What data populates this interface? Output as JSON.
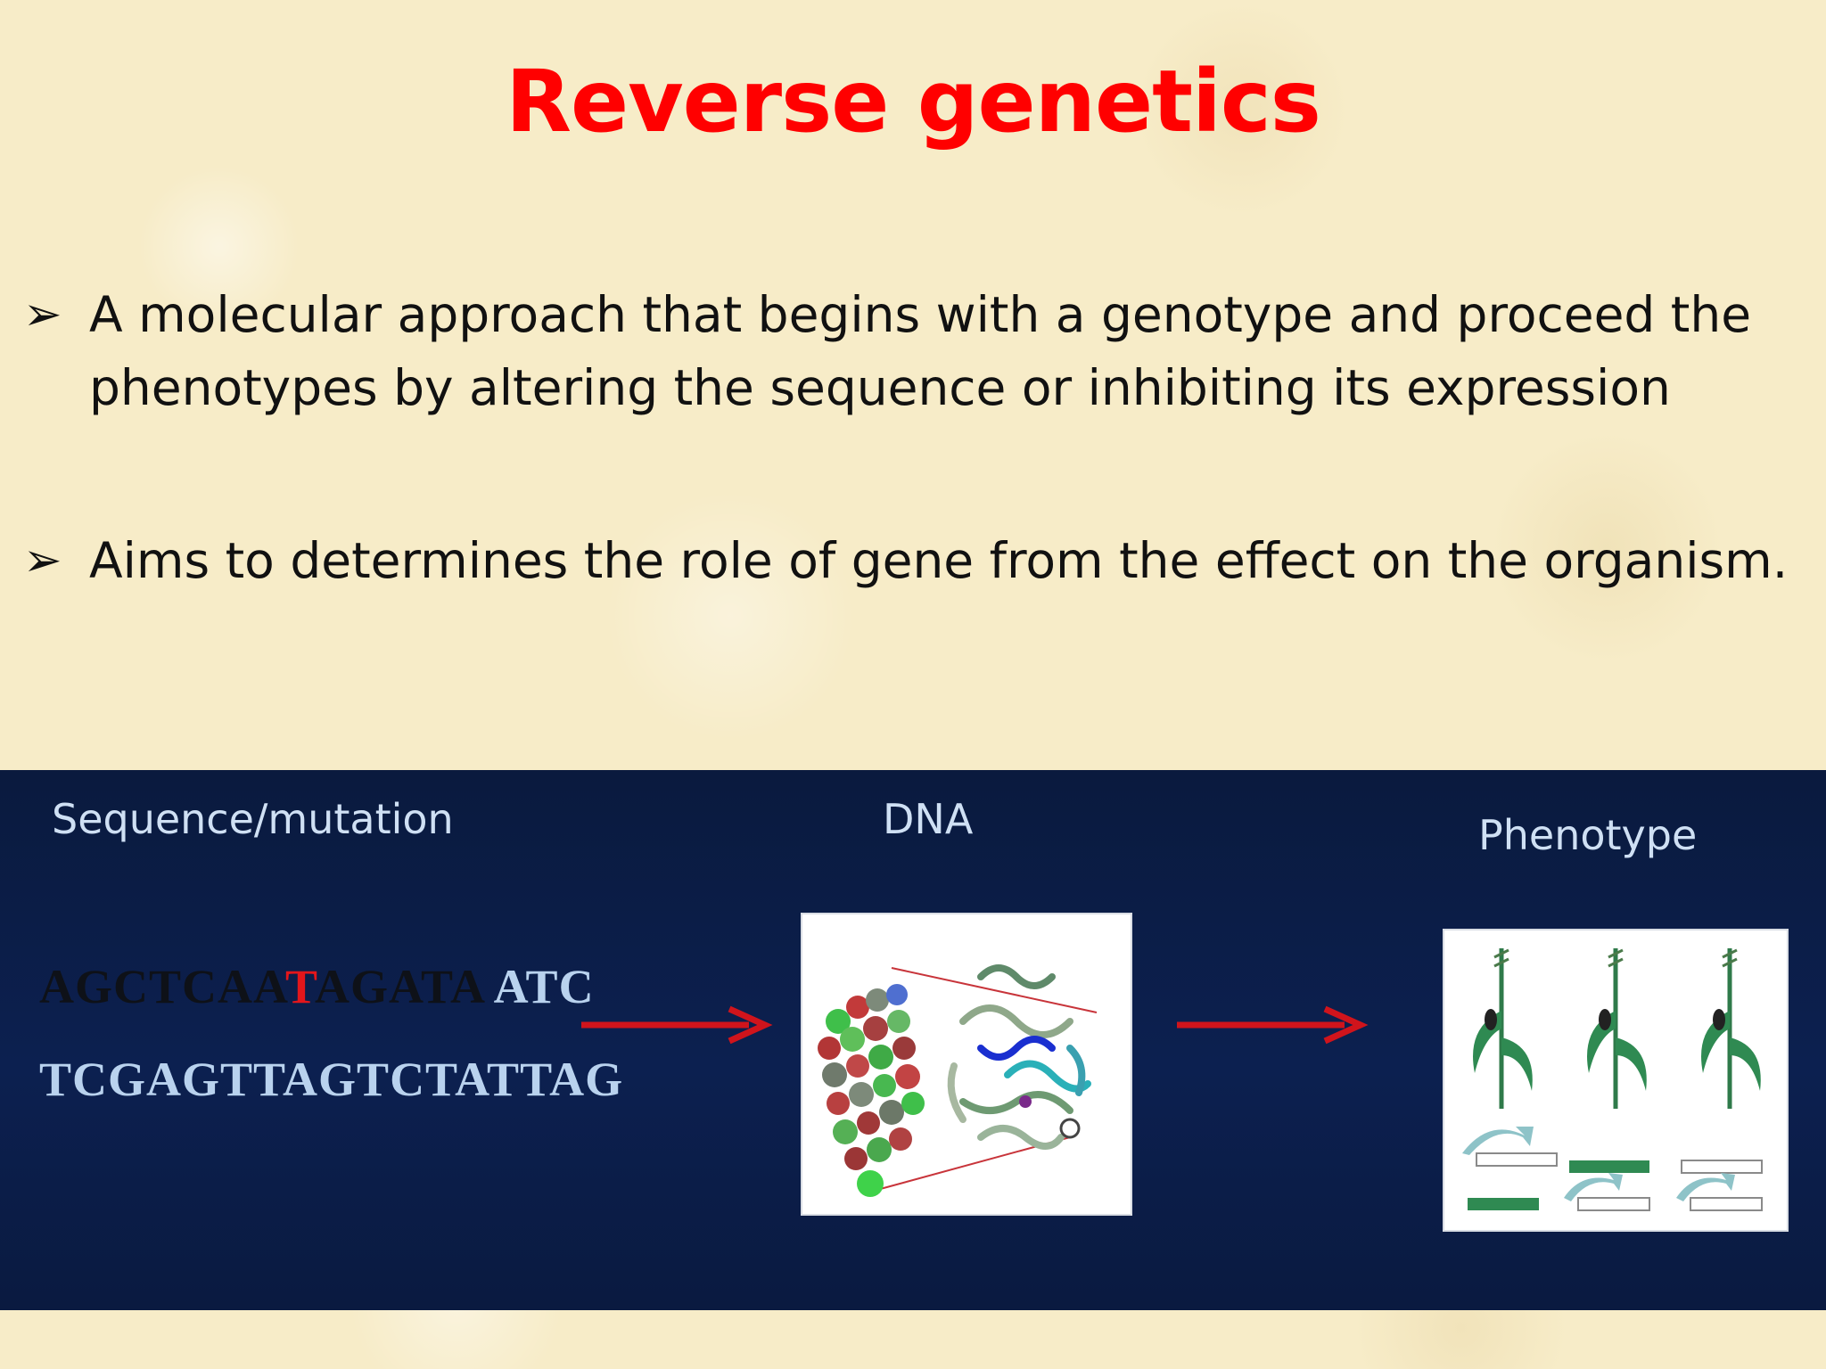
{
  "slide": {
    "title": "Reverse genetics",
    "bullet_marker": "➢",
    "bullets": [
      "A molecular approach that begins with  a genotype and proceed the phenotypes by altering the sequence or inhibiting its expression",
      "Aims to determines the role of gene  from the effect on the organism."
    ]
  },
  "diagram": {
    "labels": {
      "sequence": "Sequence/mutation",
      "dna": "DNA",
      "phenotype": "Phenotype"
    },
    "sequence_top": {
      "dark": "AGCTCAA",
      "mutation": "T",
      "dark2": "AGATA",
      "light": " ATC"
    },
    "sequence_bottom": "TCGAGTTAGTCTATTAG"
  },
  "colors": {
    "title": "#ff0000",
    "panel_background": "#0c2050",
    "arrow": "#d0141c",
    "mutation": "#e3161b",
    "sequence_text": "#b9d2ee"
  }
}
